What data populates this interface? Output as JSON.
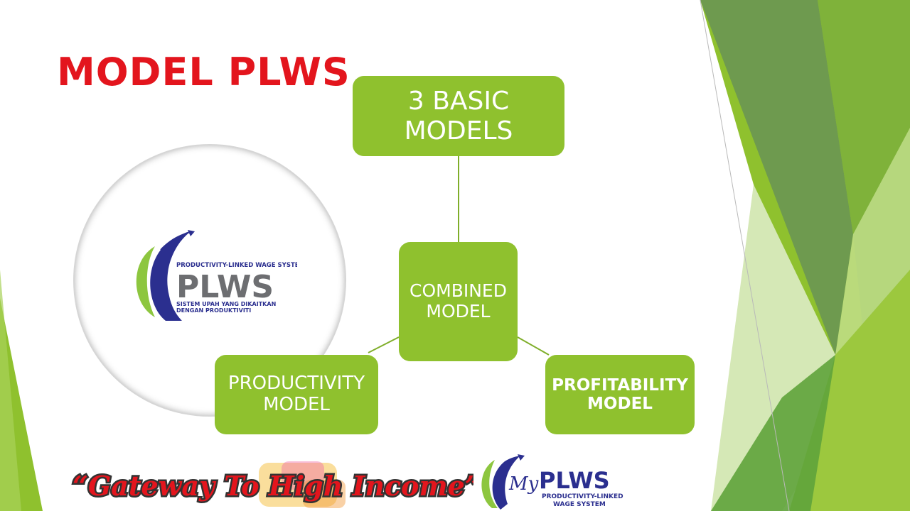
{
  "slide": {
    "title": "MODEL PLWS"
  },
  "logo": {
    "top_line": "PRODUCTIVITY-LINKED WAGE SYSTEM",
    "wordmark": "PLWS",
    "bottom_line_1": "SISTEM UPAH YANG DIKAITKAN",
    "bottom_line_2": "DENGAN PRODUKTIVITI"
  },
  "diagram": {
    "top_node": "3 BASIC\nMODELS",
    "center_node": "COMBINED\nMODEL",
    "left_node": "PRODUCTIVITY\nMODEL",
    "right_node": "PROFITABILITY\nMODEL"
  },
  "footer": {
    "slogan": "“Gateway To High Income”",
    "brand_prefix": "My",
    "brand_wordmark": "PLWS",
    "brand_line_1": "PRODUCTIVITY-LINKED",
    "brand_line_2": "WAGE SYSTEM"
  },
  "colors": {
    "title": "#e3151d",
    "node_fill": "#8fc12e",
    "connector": "#7fae2a",
    "logo_blue": "#2b2f8f",
    "logo_green": "#8dc63f",
    "logo_gray": "#6d6e71"
  }
}
